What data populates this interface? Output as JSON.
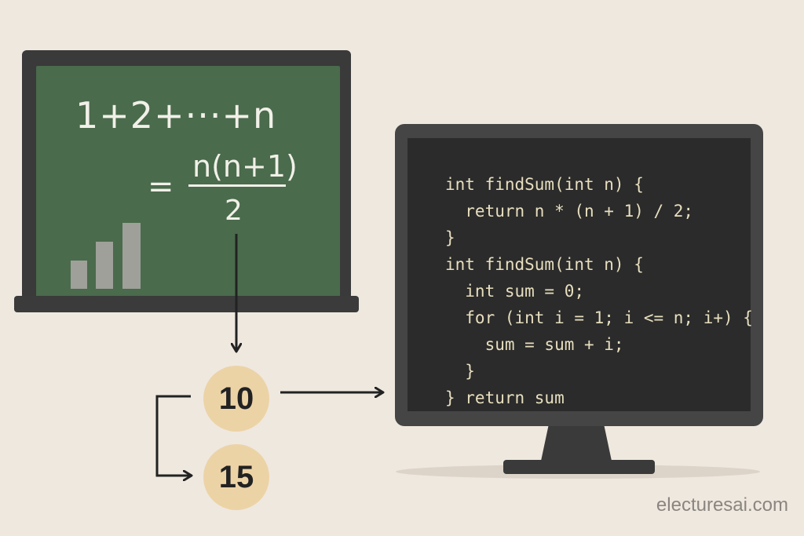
{
  "chalkboard": {
    "formula_sum": "1+2+···+n",
    "formula_equals": "=",
    "formula_numerator": "n(n+1)",
    "formula_denominator": "2"
  },
  "values": {
    "first": "10",
    "second": "15"
  },
  "code": {
    "lines": [
      "int findSum(int n) {",
      "  return n * (n + 1) / 2;",
      "}",
      "int findSum(int n) {",
      "  int sum = 0;",
      "  for (int i = 1; i <= n; i+) {",
      "    sum = sum + i;",
      "  }",
      "} return sum"
    ]
  },
  "watermark": "electuresai.com",
  "colors": {
    "background": "#efe8df",
    "chalkboard_green": "#4a6b4c",
    "frame_dark": "#3a3a3a",
    "circle_fill": "#ecd3a6",
    "code_text": "#e8dfbf"
  }
}
